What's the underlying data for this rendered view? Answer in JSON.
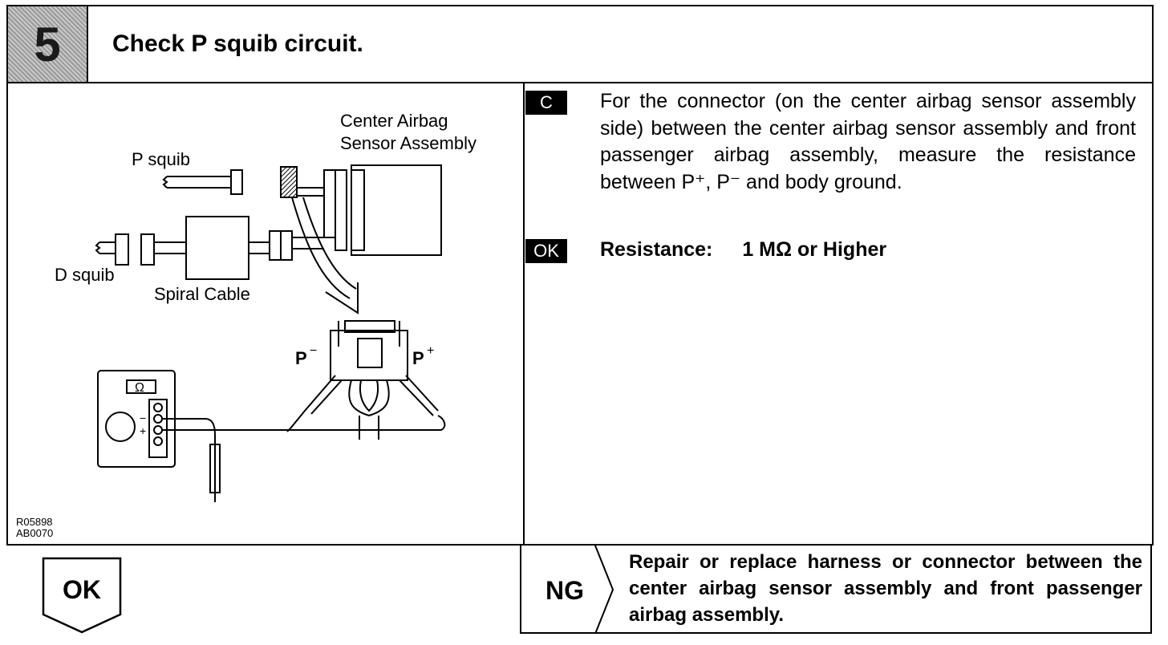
{
  "header": {
    "step_number": "5",
    "title": "Check P squib circuit."
  },
  "diagram": {
    "labels": {
      "center_airbag_line1": "Center Airbag",
      "center_airbag_line2": "Sensor Assembly",
      "p_squib": "P squib",
      "d_squib": "D squib",
      "spiral_cable": "Spiral Cable",
      "p_minus": "P",
      "p_plus": "P",
      "minus_sup": "−",
      "plus_sup": "+",
      "meter_symbol": "Ω",
      "meter_minus": "−",
      "meter_plus": "+"
    },
    "ref_codes": [
      "R05898",
      "AB0070"
    ]
  },
  "instructions": {
    "badge_c": "C",
    "text": "For the connector (on the center airbag sensor assembly side) between the center airbag sensor assembly and front passenger airbag assembly, measure the resistance between P⁺, P⁻ and body ground.",
    "badge_ok": "OK",
    "resistance_label": "Resistance:",
    "resistance_value": "1 MΩ or Higher"
  },
  "result_ok": {
    "label": "OK"
  },
  "result_ng": {
    "label": "NG",
    "text": "Repair or replace harness or connector between the center airbag sensor assembly and front passenger airbag assembly."
  }
}
